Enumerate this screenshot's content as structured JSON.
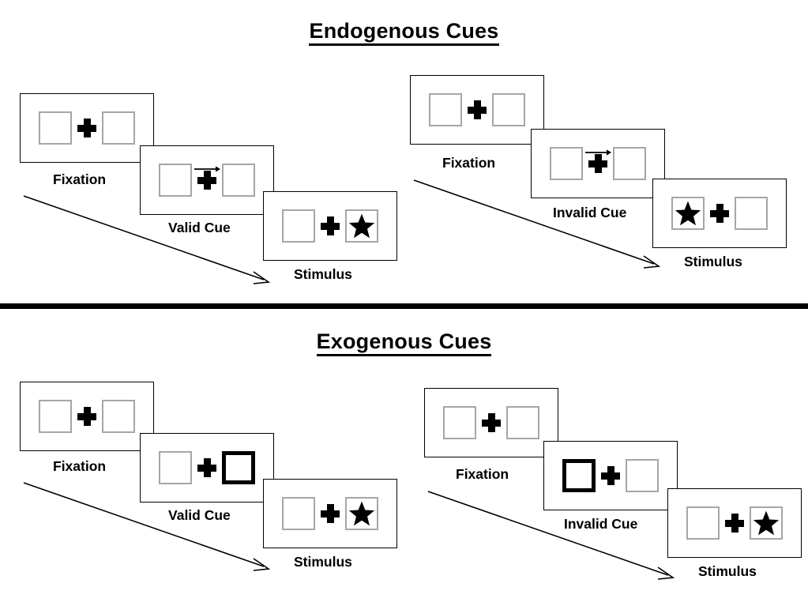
{
  "page": {
    "background": "#ffffff",
    "box_border_color": "#a6a6a6",
    "cue_border_color": "#000000",
    "divider_color": "#000000"
  },
  "sections": [
    {
      "id": "endogenous",
      "title": "Endogenous Cues",
      "sequences": [
        {
          "id": "endogenous-valid",
          "steps": [
            {
              "label": "Fixation",
              "left_box": {
                "state": "normal",
                "content": "none"
              },
              "center": {
                "plus": true,
                "arrow": "none"
              },
              "right_box": {
                "state": "normal",
                "content": "none"
              }
            },
            {
              "label": "Valid Cue",
              "left_box": {
                "state": "normal",
                "content": "none"
              },
              "center": {
                "plus": true,
                "arrow": "right"
              },
              "right_box": {
                "state": "normal",
                "content": "none"
              }
            },
            {
              "label": "Stimulus",
              "left_box": {
                "state": "normal",
                "content": "none"
              },
              "center": {
                "plus": true,
                "arrow": "none"
              },
              "right_box": {
                "state": "normal",
                "content": "star"
              }
            }
          ]
        },
        {
          "id": "endogenous-invalid",
          "steps": [
            {
              "label": "Fixation",
              "left_box": {
                "state": "normal",
                "content": "none"
              },
              "center": {
                "plus": true,
                "arrow": "none"
              },
              "right_box": {
                "state": "normal",
                "content": "none"
              }
            },
            {
              "label": "Invalid Cue",
              "left_box": {
                "state": "normal",
                "content": "none"
              },
              "center": {
                "plus": true,
                "arrow": "right"
              },
              "right_box": {
                "state": "normal",
                "content": "none"
              }
            },
            {
              "label": "Stimulus",
              "left_box": {
                "state": "normal",
                "content": "star"
              },
              "center": {
                "plus": true,
                "arrow": "none"
              },
              "right_box": {
                "state": "normal",
                "content": "none"
              }
            }
          ]
        }
      ]
    },
    {
      "id": "exogenous",
      "title": "Exogenous Cues",
      "sequences": [
        {
          "id": "exogenous-valid",
          "steps": [
            {
              "label": "Fixation",
              "left_box": {
                "state": "normal",
                "content": "none"
              },
              "center": {
                "plus": true,
                "arrow": "none"
              },
              "right_box": {
                "state": "normal",
                "content": "none"
              }
            },
            {
              "label": "Valid Cue",
              "left_box": {
                "state": "normal",
                "content": "none"
              },
              "center": {
                "plus": true,
                "arrow": "none"
              },
              "right_box": {
                "state": "cued",
                "content": "none"
              }
            },
            {
              "label": "Stimulus",
              "left_box": {
                "state": "normal",
                "content": "none"
              },
              "center": {
                "plus": true,
                "arrow": "none"
              },
              "right_box": {
                "state": "normal",
                "content": "star"
              }
            }
          ]
        },
        {
          "id": "exogenous-invalid",
          "steps": [
            {
              "label": "Fixation",
              "left_box": {
                "state": "normal",
                "content": "none"
              },
              "center": {
                "plus": true,
                "arrow": "none"
              },
              "right_box": {
                "state": "normal",
                "content": "none"
              }
            },
            {
              "label": "Invalid Cue",
              "left_box": {
                "state": "cued",
                "content": "none"
              },
              "center": {
                "plus": true,
                "arrow": "none"
              },
              "right_box": {
                "state": "normal",
                "content": "none"
              }
            },
            {
              "label": "Stimulus",
              "left_box": {
                "state": "normal",
                "content": "none"
              },
              "center": {
                "plus": true,
                "arrow": "none"
              },
              "right_box": {
                "state": "normal",
                "content": "star"
              }
            }
          ]
        }
      ]
    }
  ]
}
